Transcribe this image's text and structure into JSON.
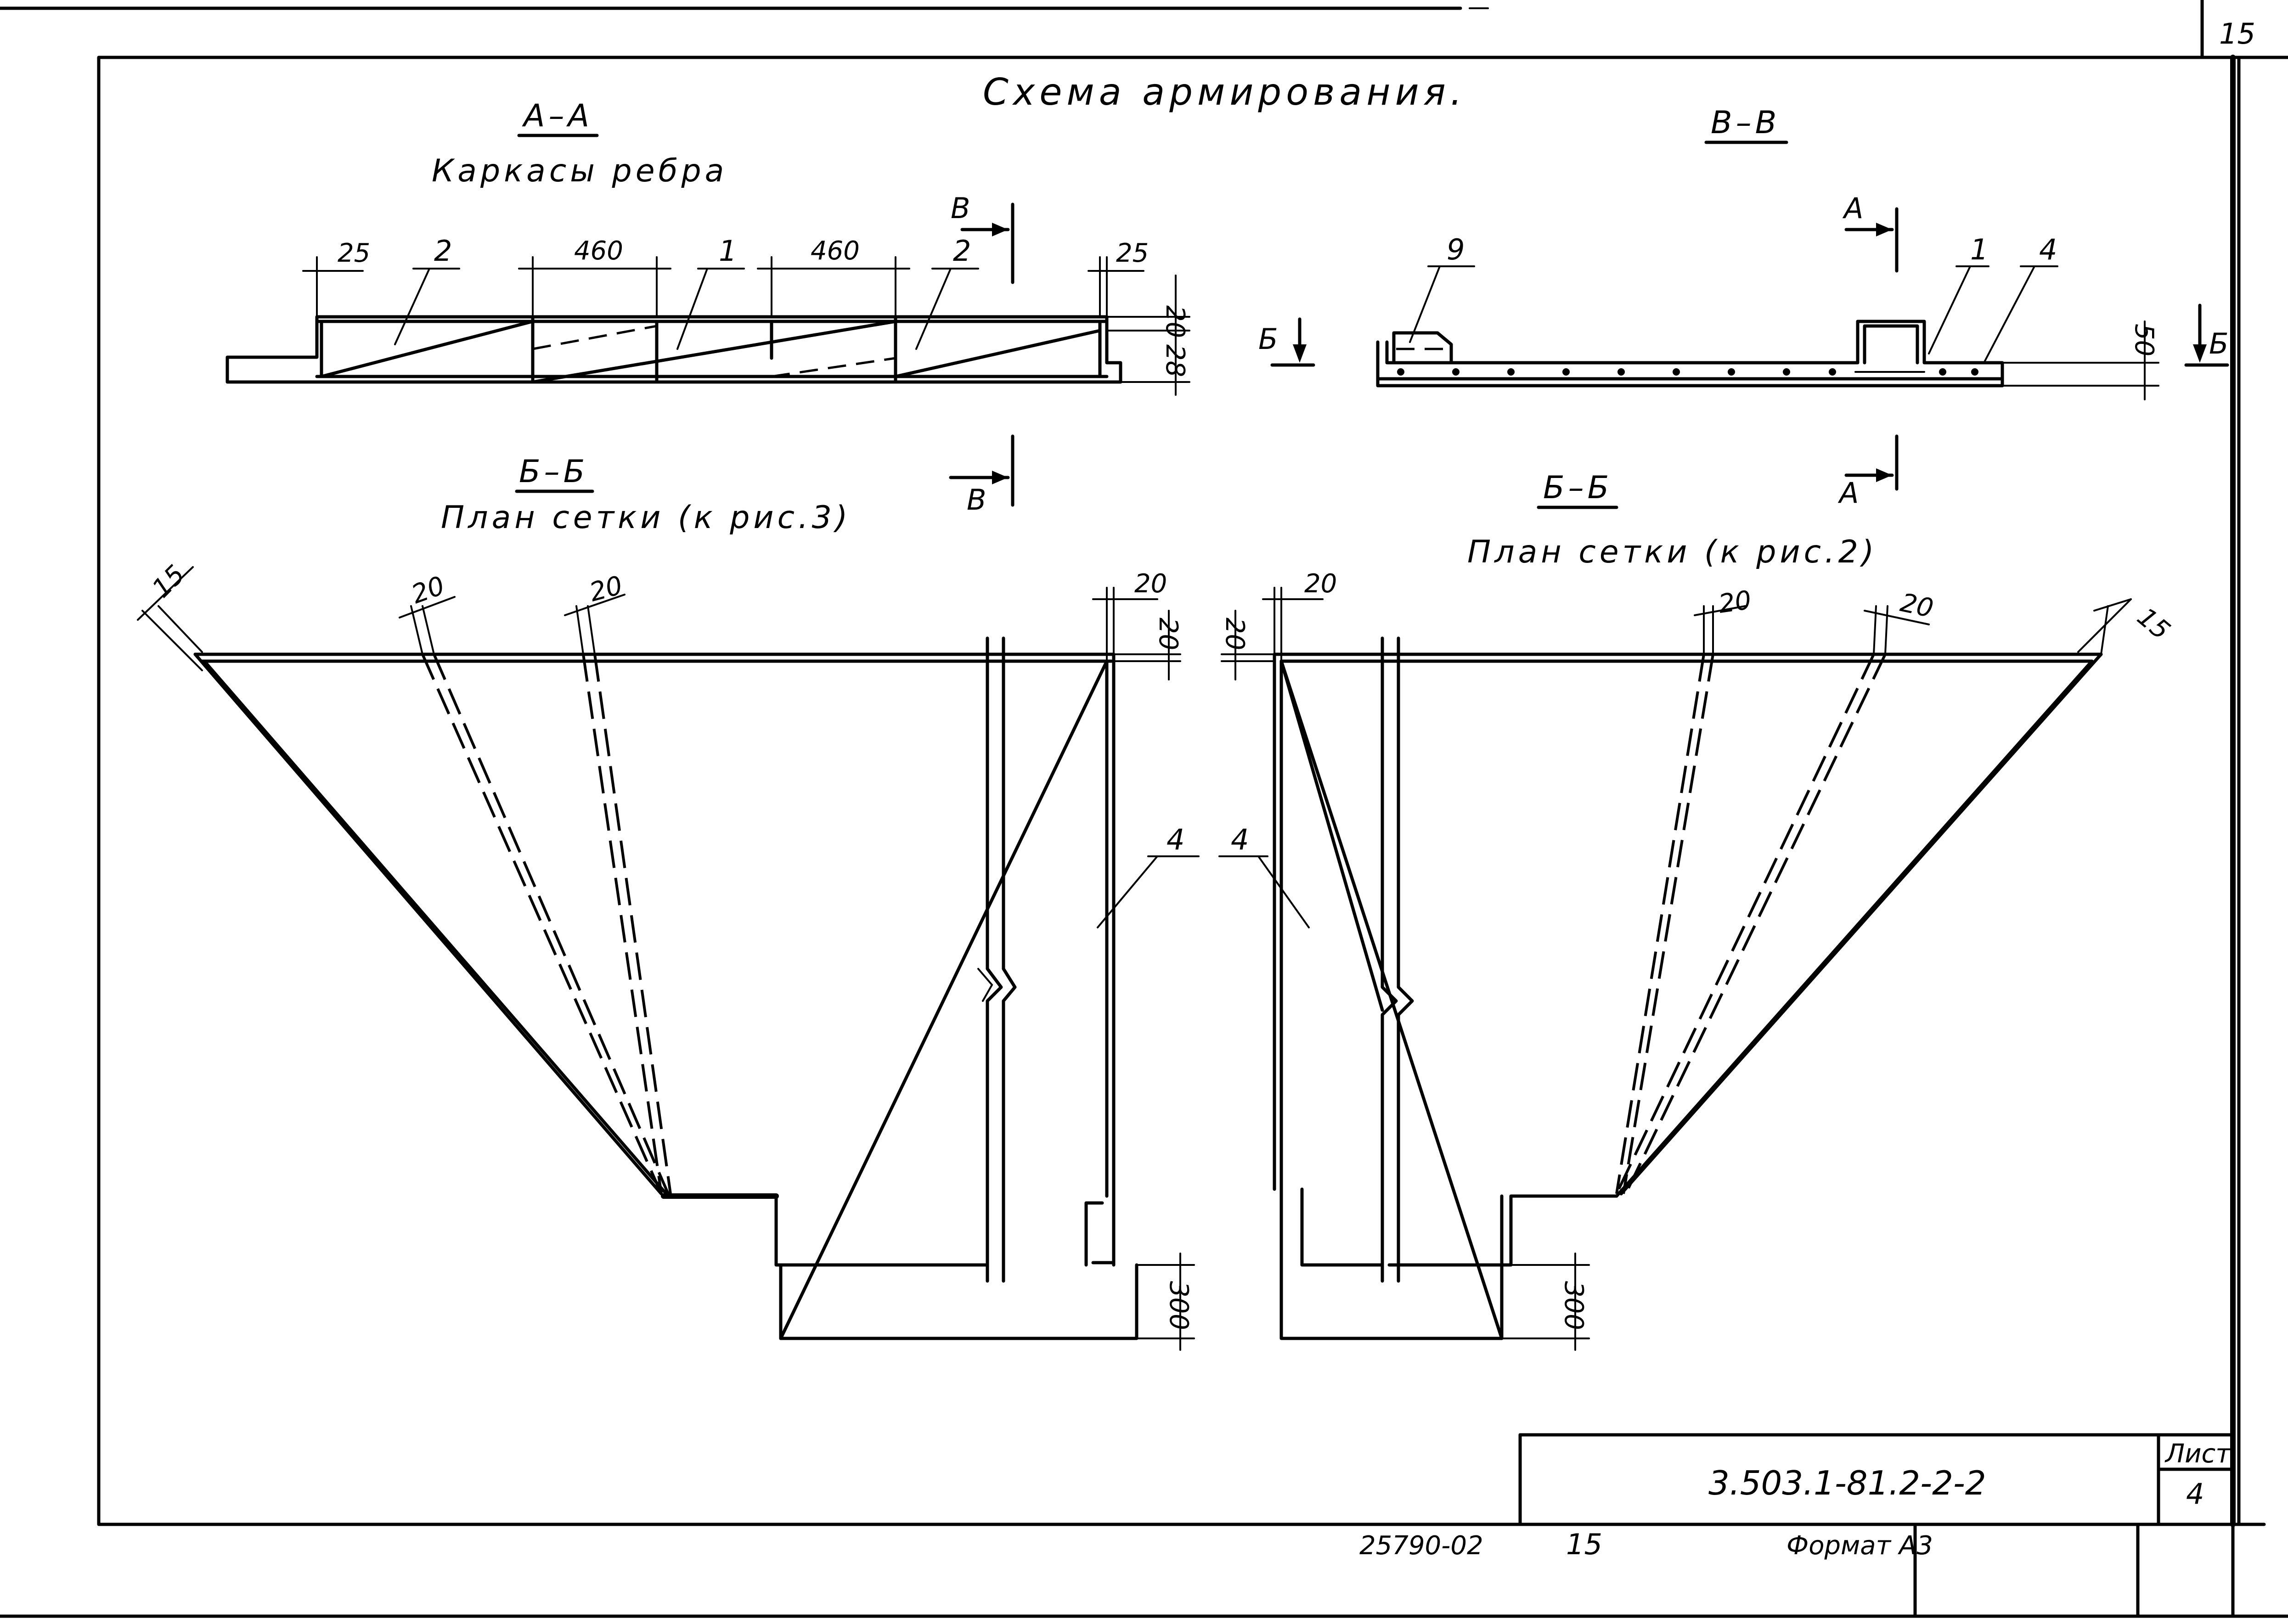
{
  "sheet_number": "15",
  "title": "Схема армирования.",
  "section_aa": {
    "label": "А–А",
    "subtitle": "Каркасы ребра",
    "dims": {
      "left_edge": "25",
      "right_edge": "25",
      "span_1": "460",
      "span_2": "460",
      "height_top": "20",
      "height_bottom": "28"
    },
    "callouts": {
      "left": "2",
      "mid": "1",
      "right": "2"
    },
    "section_cut": "В"
  },
  "section_vv": {
    "label": "В–В",
    "callouts": {
      "left": "9",
      "mid": "1",
      "right": "4"
    },
    "dim_height": "50",
    "cut_left": "Б",
    "cut_right": "Б",
    "cut_top": "А"
  },
  "plan_left": {
    "label": "Б–Б",
    "subtitle": "План сетки (к рис.3)",
    "dims": {
      "d15": "15",
      "d20a": "20",
      "d20b": "20",
      "d20c": "20",
      "d20d": "20",
      "d300": "300"
    },
    "callout": "4",
    "cut_bottom": "В"
  },
  "plan_right": {
    "label": "Б–Б",
    "subtitle": "План сетки (к рис.2)",
    "dims": {
      "d20a": "20",
      "d20b": "20",
      "d20c": "20",
      "d20d": "20",
      "d15": "15",
      "d300": "300"
    },
    "callout": "4",
    "cut_bottom": "А"
  },
  "title_block": {
    "sheet_label": "Лист",
    "sheet_no": "4",
    "doc_code": "3.503.1-81.2-2-2",
    "inv_number": "25790-02",
    "inv_suffix": "15",
    "format": "Формат А3"
  }
}
